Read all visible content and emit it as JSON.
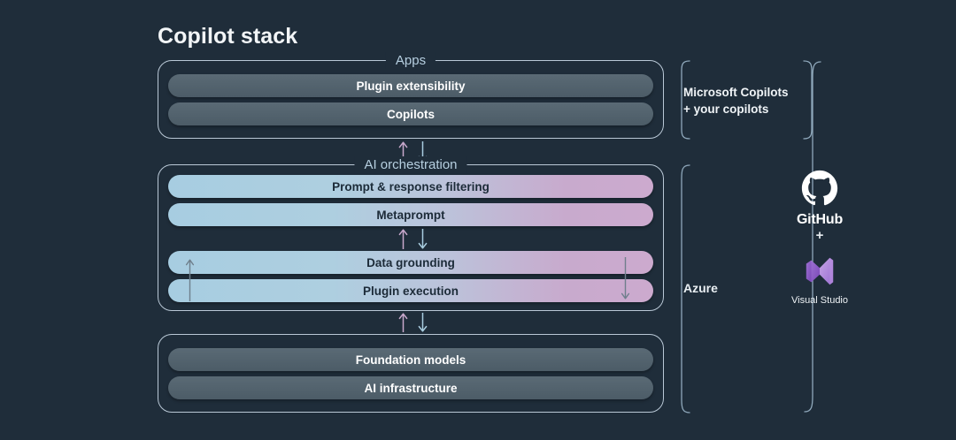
{
  "page": {
    "title": "Copilot stack",
    "background_color": "#1f2d3a"
  },
  "colors": {
    "background": "#1f2d3a",
    "group_border": "#b9c8d6",
    "group_label": "#b6cfe0",
    "gray_bar": "#50606b",
    "gradient_start": "#a7cde1",
    "gradient_end": "#ccaace",
    "arrow_up": "#c8a8cc",
    "arrow_down": "#a9cde0",
    "bracket": "#8fa8bb",
    "text_light": "#ffffff",
    "text_dark": "#1c2b38",
    "vs_purple": "#a07acc"
  },
  "layers": [
    {
      "group_label": "Apps",
      "style": "gray",
      "bars": [
        {
          "label": "Plugin extensibility"
        },
        {
          "label": "Copilots"
        }
      ]
    },
    {
      "group_label": "AI orchestration",
      "style": "gradient",
      "bars": [
        {
          "label": "Prompt & response filtering"
        },
        {
          "label": "Metaprompt"
        },
        {
          "label": "Data grounding"
        },
        {
          "label": "Plugin execution"
        }
      ]
    },
    {
      "group_label": "",
      "style": "gray",
      "bars": [
        {
          "label": "Foundation models"
        },
        {
          "label": "AI infrastructure"
        }
      ]
    }
  ],
  "arrows": {
    "up_icon": "arrow-up-icon",
    "down_icon": "arrow-down-icon",
    "between_apps_and_orchestration": "up-down",
    "between_metaprompt_and_data_grounding": "up-down",
    "between_orchestration_and_foundation": "up-down",
    "orchestration_left": "up",
    "orchestration_right": "down"
  },
  "right_panel": {
    "copilots_label_line1": "Microsoft Copilots",
    "copilots_label_line2": "+ your copilots",
    "azure_label": "Azure",
    "plus_separator": "+",
    "tools": [
      {
        "name": "GitHub",
        "icon": "github-octocat-icon"
      },
      {
        "name": "Visual Studio",
        "icon": "visual-studio-icon"
      }
    ]
  }
}
